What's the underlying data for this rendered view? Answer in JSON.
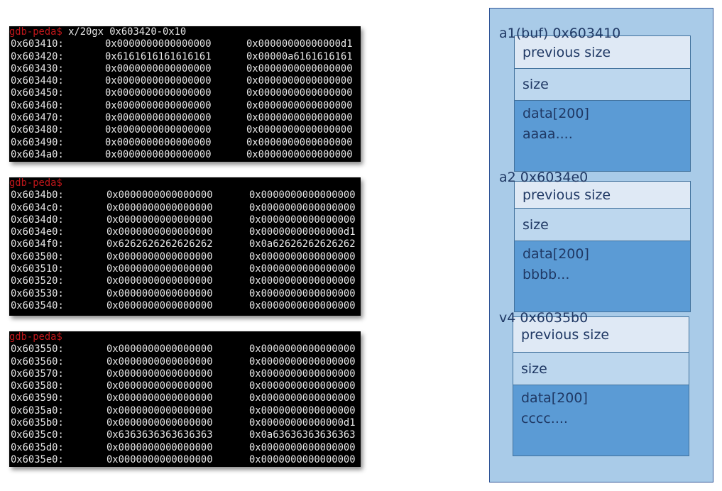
{
  "terminal": {
    "prompt": "gdb-peda$",
    "panels": [
      {
        "command": "x/20gx 0x603420-0x10",
        "rows": [
          [
            "0x603410:",
            "0x0000000000000000",
            "0x00000000000000d1"
          ],
          [
            "0x603420:",
            "0x6161616161616161",
            "0x00000a6161616161"
          ],
          [
            "0x603430:",
            "0x0000000000000000",
            "0x0000000000000000"
          ],
          [
            "0x603440:",
            "0x0000000000000000",
            "0x0000000000000000"
          ],
          [
            "0x603450:",
            "0x0000000000000000",
            "0x0000000000000000"
          ],
          [
            "0x603460:",
            "0x0000000000000000",
            "0x0000000000000000"
          ],
          [
            "0x603470:",
            "0x0000000000000000",
            "0x0000000000000000"
          ],
          [
            "0x603480:",
            "0x0000000000000000",
            "0x0000000000000000"
          ],
          [
            "0x603490:",
            "0x0000000000000000",
            "0x0000000000000000"
          ],
          [
            "0x6034a0:",
            "0x0000000000000000",
            "0x0000000000000000"
          ]
        ]
      },
      {
        "command": "",
        "rows": [
          [
            "0x6034b0:",
            "0x0000000000000000",
            "0x0000000000000000"
          ],
          [
            "0x6034c0:",
            "0x0000000000000000",
            "0x0000000000000000"
          ],
          [
            "0x6034d0:",
            "0x0000000000000000",
            "0x0000000000000000"
          ],
          [
            "0x6034e0:",
            "0x0000000000000000",
            "0x00000000000000d1"
          ],
          [
            "0x6034f0:",
            "0x6262626262626262",
            "0x0a62626262626262"
          ],
          [
            "0x603500:",
            "0x0000000000000000",
            "0x0000000000000000"
          ],
          [
            "0x603510:",
            "0x0000000000000000",
            "0x0000000000000000"
          ],
          [
            "0x603520:",
            "0x0000000000000000",
            "0x0000000000000000"
          ],
          [
            "0x603530:",
            "0x0000000000000000",
            "0x0000000000000000"
          ],
          [
            "0x603540:",
            "0x0000000000000000",
            "0x0000000000000000"
          ]
        ]
      },
      {
        "command": "",
        "rows": [
          [
            "0x603550:",
            "0x0000000000000000",
            "0x0000000000000000"
          ],
          [
            "0x603560:",
            "0x0000000000000000",
            "0x0000000000000000"
          ],
          [
            "0x603570:",
            "0x0000000000000000",
            "0x0000000000000000"
          ],
          [
            "0x603580:",
            "0x0000000000000000",
            "0x0000000000000000"
          ],
          [
            "0x603590:",
            "0x0000000000000000",
            "0x0000000000000000"
          ],
          [
            "0x6035a0:",
            "0x0000000000000000",
            "0x0000000000000000"
          ],
          [
            "0x6035b0:",
            "0x0000000000000000",
            "0x00000000000000d1"
          ],
          [
            "0x6035c0:",
            "0x6363636363636363",
            "0x0a63636363636363"
          ],
          [
            "0x6035d0:",
            "0x0000000000000000",
            "0x0000000000000000"
          ],
          [
            "0x6035e0:",
            "0x0000000000000000",
            "0x0000000000000000"
          ]
        ]
      }
    ]
  },
  "heap": {
    "chunks": [
      {
        "label": "a1(buf) 0x603410",
        "prev_size": "previous size",
        "size": "size",
        "data": "data[200]",
        "content": "aaaa...."
      },
      {
        "label": "a2 0x6034e0",
        "prev_size": "previous size",
        "size": "size",
        "data": "data[200]",
        "content": "bbbb..."
      },
      {
        "label": "v4 0x6035b0",
        "prev_size": "previous size",
        "size": "size",
        "data": "data[200]",
        "content": "cccc...."
      }
    ]
  },
  "colors": {
    "prompt": "#c0161a",
    "heap_bg": "#a9cbe8",
    "prev_size": "#dfe9f5",
    "size": "#bdd7ee",
    "data": "#5b9bd5",
    "text": "#1f3864"
  }
}
